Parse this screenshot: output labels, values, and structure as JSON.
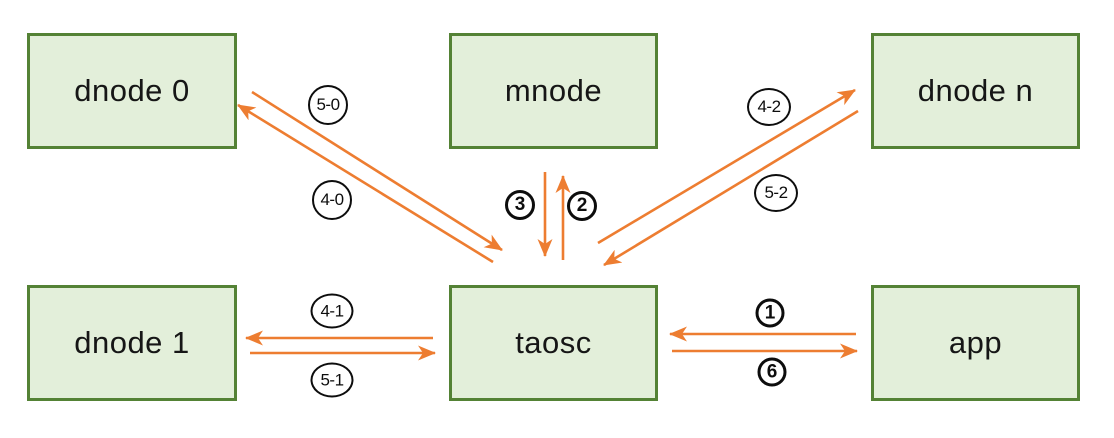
{
  "diagram": {
    "type": "flow-diagram",
    "background": "#ffffff",
    "colors": {
      "node_fill": "#e3efda",
      "node_border": "#548235",
      "arrow": "#ed7d31",
      "badge_border": "#000000",
      "badge_fill": "#ffffff",
      "text": "#161616"
    },
    "nodes": [
      {
        "id": "dnode0",
        "label": "dnode 0"
      },
      {
        "id": "mnode",
        "label": "mnode"
      },
      {
        "id": "dnoden",
        "label": "dnode n"
      },
      {
        "id": "dnode1",
        "label": "dnode 1"
      },
      {
        "id": "taosc",
        "label": "taosc"
      },
      {
        "id": "app",
        "label": "app"
      }
    ],
    "edges": [
      {
        "label": "1",
        "from": "app",
        "to": "taosc",
        "badge": "circled-digit"
      },
      {
        "label": "2",
        "from": "taosc",
        "to": "mnode",
        "badge": "circled-digit"
      },
      {
        "label": "3",
        "from": "mnode",
        "to": "taosc",
        "badge": "circled-digit"
      },
      {
        "label": "4-0",
        "from": "taosc",
        "to": "dnode 0",
        "badge": "circle"
      },
      {
        "label": "5-0",
        "from": "dnode 0",
        "to": "taosc",
        "badge": "circle"
      },
      {
        "label": "4-1",
        "from": "taosc",
        "to": "dnode 1",
        "badge": "circle"
      },
      {
        "label": "5-1",
        "from": "dnode 1",
        "to": "taosc",
        "badge": "circle"
      },
      {
        "label": "4-2",
        "from": "taosc",
        "to": "dnode n",
        "badge": "circle"
      },
      {
        "label": "5-2",
        "from": "dnode n",
        "to": "taosc",
        "badge": "circle"
      },
      {
        "label": "6",
        "from": "taosc",
        "to": "app",
        "badge": "circled-digit"
      }
    ]
  }
}
